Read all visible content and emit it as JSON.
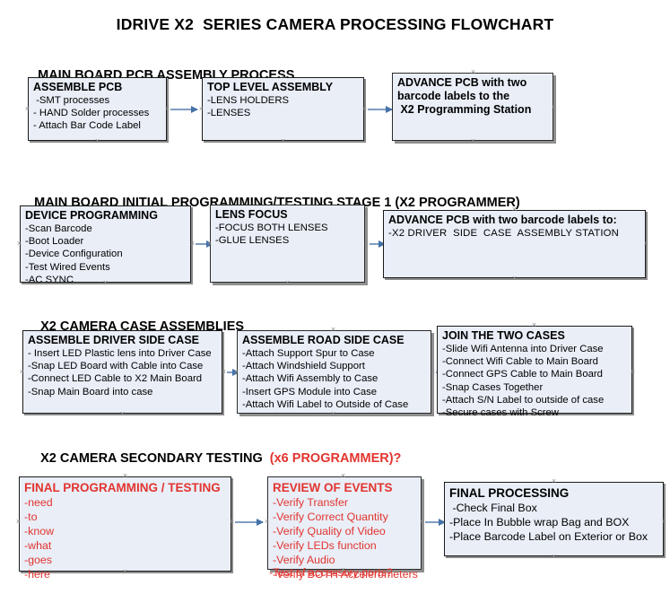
{
  "document": {
    "title": "IDRIVE X2  SERIES CAMERA PROCESSING FLOWCHART"
  },
  "colors": {
    "box_fill": "#e9eef7",
    "box_border": "#1a1a1a",
    "box_shadow": "#8a8a8a",
    "arrow": "#7f9dc0",
    "arrow_head": "#4472a8",
    "text": "#000000",
    "accent_red": "#e2342f"
  },
  "sections": [
    {
      "id": "main-board-pcb-assembly",
      "header": "MAIN BOARD PCB ASSEMBLY PROCESS",
      "header_accent": "",
      "boxes": [
        {
          "id": "assemble-pcb",
          "title": "ASSEMBLE PCB",
          "lines": [
            " -SMT processes",
            "- HAND Solder processes",
            "- Attach Bar Code Label"
          ]
        },
        {
          "id": "top-level-assembly",
          "title": "TOP LEVEL ASSEMBLY",
          "lines": [
            "-LENS HOLDERS",
            "-LENSES"
          ]
        },
        {
          "id": "advance-pcb-to-x2-programming-station",
          "title": "ADVANCE PCB with two",
          "lines": [
            "barcode labels to the",
            " X2 Programming Station"
          ]
        }
      ],
      "arrows": [
        {
          "id": "arrow-assemble-pcb-to-top-level"
        },
        {
          "id": "arrow-top-level-to-advance-pcb"
        }
      ]
    },
    {
      "id": "main-board-initial-programming",
      "header": "MAIN BOARD INITIAL PROGRAMMING/TESTING STAGE 1 (X2 PROGRAMMER)",
      "header_accent": "",
      "boxes": [
        {
          "id": "device-programming",
          "title": "DEVICE PROGRAMMING",
          "lines": [
            "-Scan Barcode",
            "-Boot Loader",
            "-Device Configuration",
            "-Test Wired Events",
            "-AC SYNC"
          ]
        },
        {
          "id": "lens-focus",
          "title": "LENS FOCUS",
          "lines": [
            "-FOCUS BOTH LENSES",
            "-GLUE LENSES"
          ]
        },
        {
          "id": "advance-pcb-to-driver-side-case-station",
          "title": "ADVANCE PCB with two barcode labels to:",
          "lines": [
            "-X2 DRIVER  SIDE  CASE  ASSEMBLY STATION"
          ]
        }
      ],
      "arrows": [
        {
          "id": "arrow-device-programming-to-lens-focus"
        },
        {
          "id": "arrow-lens-focus-to-advance-pcb"
        }
      ]
    },
    {
      "id": "x2-camera-case-assemblies",
      "header": "X2 CAMERA CASE ASSEMBLIES",
      "header_accent": "",
      "boxes": [
        {
          "id": "assemble-driver-side-case",
          "title": "ASSEMBLE DRIVER SIDE CASE",
          "lines": [
            "- Insert LED Plastic lens into Driver Case",
            "-Snap LED Board with Cable into Case",
            "-Connect LED Cable to X2 Main Board",
            "-Snap Main Board into case"
          ]
        },
        {
          "id": "assemble-road-side-case",
          "title": "ASSEMBLE ROAD SIDE CASE",
          "lines": [
            "-Attach Support Spur to Case",
            "-Attach Windshield Support",
            "-Attach Wifi Assembly to Case",
            "-Insert GPS Module into Case",
            "-Attach Wifi Label to Outside of Case"
          ]
        },
        {
          "id": "join-the-two-cases",
          "title": "JOIN THE TWO CASES",
          "lines": [
            "-Slide Wifi Antenna into Driver Case",
            "-Connect Wifi Cable to Main Board",
            "-Connect GPS Cable to Main Board",
            "-Snap Cases Together",
            "-Attach S/N Label to outside of case",
            "-Secure cases with Screw"
          ]
        }
      ],
      "arrows": [
        {
          "id": "arrow-driver-case-to-road-case"
        },
        {
          "id": "arrow-road-case-to-join-cases"
        }
      ]
    },
    {
      "id": "x2-camera-secondary-testing",
      "header": "X2 CAMERA SECONDARY TESTING ",
      "header_accent": " (x6 PROGRAMMER)?",
      "boxes": [
        {
          "id": "final-programming-testing",
          "title": "FINAL PROGRAMMING / TESTING",
          "lines": [
            "-need",
            "-to",
            "-know",
            "-what",
            "-goes",
            "-here"
          ]
        },
        {
          "id": "review-of-events",
          "title": "REVIEW OF EVENTS",
          "lines": [
            "-Verify Transfer",
            "-Verify Correct Quantity",
            "-Verify Quality of Video",
            "-Verify LEDs function",
            "-Verify Audio",
            "-Verify BOTH Accelerometers"
          ],
          "overflow_line": "-Test of accessory ports?"
        },
        {
          "id": "final-processing",
          "title": "FINAL PROCESSING",
          "lines": [
            " -Check Final Box",
            "-Place In Bubble wrap Bag and BOX",
            "-Place Barcode Label on Exterior or Box"
          ]
        }
      ],
      "arrows": [
        {
          "id": "arrow-final-programming-to-review-of-events"
        },
        {
          "id": "arrow-review-of-events-to-final-processing"
        }
      ]
    }
  ]
}
